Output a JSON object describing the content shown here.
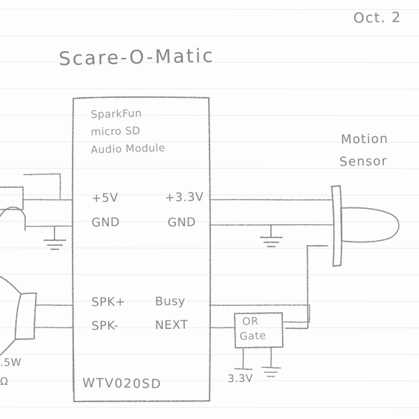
{
  "page": {
    "kind": "hand-drawn-schematic",
    "medium": "pencil on ruled notebook paper",
    "title": "Scare-O-Matic",
    "date": "Oct. 2",
    "paper_color": "#fdfdfc",
    "rule_color": "#e9ecef",
    "ink_color": "#8d8d93"
  },
  "module": {
    "name_line1": "SparkFun",
    "name_line2": "micro SD",
    "name_line3": "Audio Module",
    "part_number": "WTV020SD",
    "pins_left": [
      {
        "label": "+5V"
      },
      {
        "label": "GND"
      },
      {
        "label": "SPK+"
      },
      {
        "label": "SPK-"
      }
    ],
    "pins_right": [
      {
        "label": "+3.3V"
      },
      {
        "label": "GND"
      },
      {
        "label": "Busy"
      },
      {
        "label": "NEXT"
      }
    ]
  },
  "sensor": {
    "label_line1": "Motion",
    "label_line2": "Sensor"
  },
  "or_gate": {
    "label_line1": "OR",
    "label_line2": "Gate",
    "supply_label": "3.3V"
  },
  "speaker": {
    "rating_line1": ".5W",
    "rating_line2": "Ω"
  },
  "symbols": {
    "ground": "ground-symbol",
    "battery": "battery-symbol",
    "speaker": "speaker-cone-symbol",
    "lens": "pir-dome-lens"
  }
}
